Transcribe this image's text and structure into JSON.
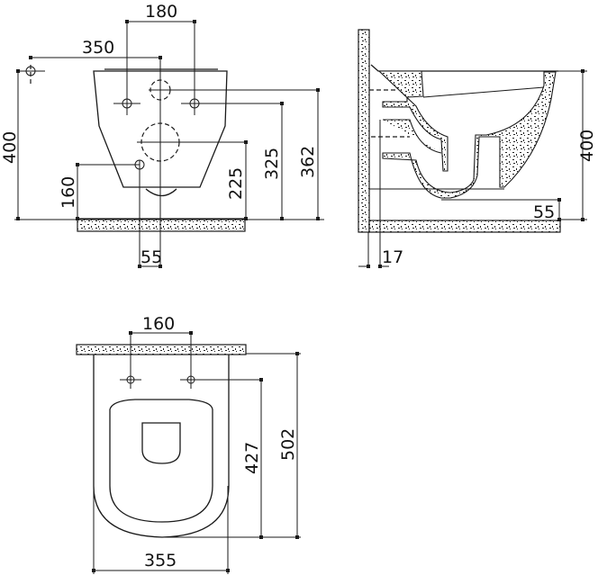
{
  "drawing": {
    "front_view": {
      "dims": {
        "top_span": "180",
        "side_span": "350",
        "total_height": "400",
        "inlet_height": "160",
        "outlet_height": "225",
        "bolt_height": "325",
        "top_height": "362",
        "offset_bottom": "55"
      }
    },
    "side_view": {
      "dims": {
        "height": "400",
        "floor_gap": "55",
        "wall_offset": "17"
      }
    },
    "top_view": {
      "dims": {
        "bolt_span": "160",
        "bolt_depth": "427",
        "total_depth": "502",
        "width": "355"
      }
    },
    "colors": {
      "line": "#1a1a1a",
      "background": "#ffffff"
    }
  }
}
